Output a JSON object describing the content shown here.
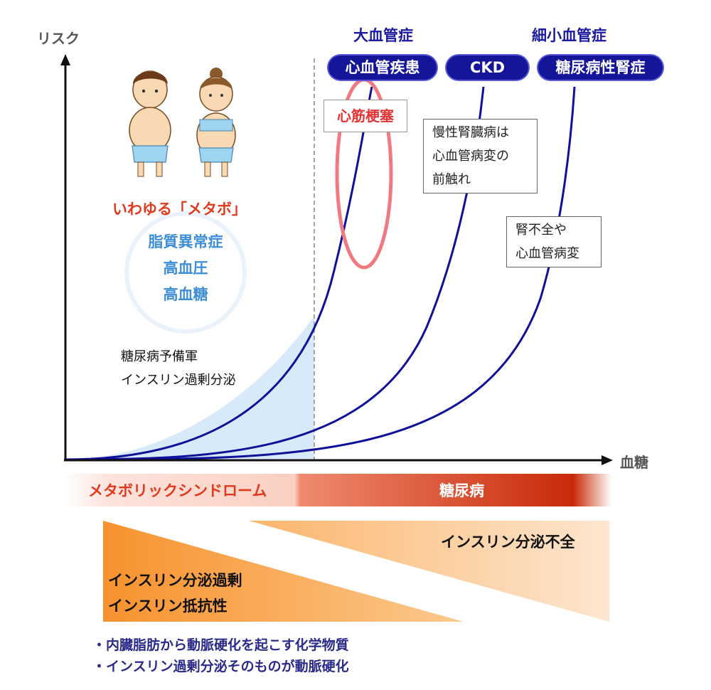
{
  "axes": {
    "y_label": "リスク",
    "x_label": "血糖"
  },
  "categories": {
    "macro": "大血管症",
    "micro": "細小血管症"
  },
  "pills": [
    "心血管疾患",
    "CKD",
    "糖尿病性腎症"
  ],
  "highlight": "心筋梗塞",
  "notes": {
    "ckd": [
      "慢性腎臓病は",
      "心血管病変の",
      "前触れ"
    ],
    "renal": [
      "腎不全や",
      "心血管病変"
    ]
  },
  "metabo": {
    "title": "いわゆる「メタボ」",
    "items": [
      "脂質異常症",
      "高血圧",
      "高血糖"
    ]
  },
  "prediabetes": [
    "糖尿病予備軍",
    "インスリン過剰分泌"
  ],
  "band": {
    "left": "メタボリックシンドローム",
    "right": "糖尿病"
  },
  "triangles": {
    "left": [
      "インスリン分泌過剰",
      "インスリン抵抗性"
    ],
    "right": "インスリン分泌不全"
  },
  "bullets": [
    "・内臓脂肪から動脈硬化を起こす化学物質",
    "・インスリン過剰分泌そのものが動脈硬化"
  ],
  "colors": {
    "curve": "#10109a",
    "pill": "#15159a",
    "metabo_red": "#e03a1e",
    "highlight_ring": "#f07a82",
    "shaded_area": "#d8eafa",
    "diabetes_band": "#cc2a0a",
    "triangle_orange": "#f79a3a"
  }
}
